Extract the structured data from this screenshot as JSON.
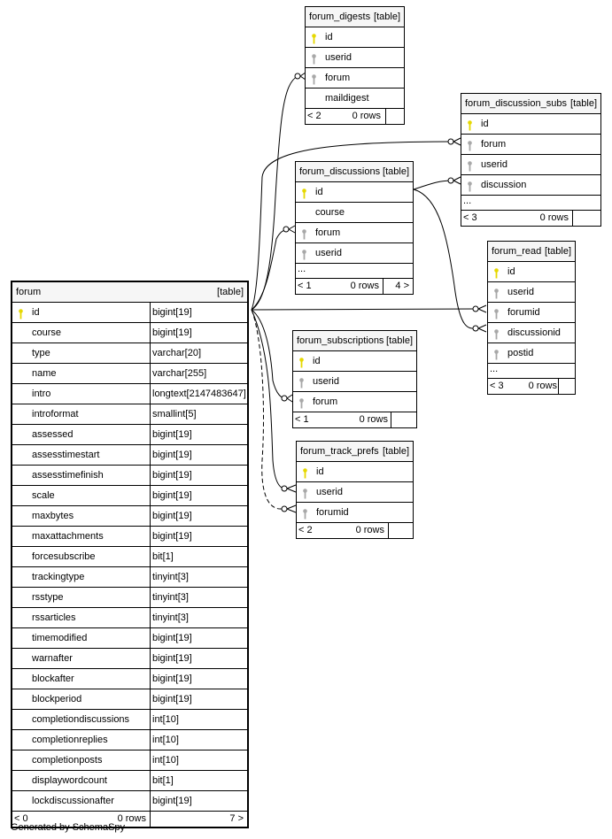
{
  "colors": {
    "primary_key": "#e6d800",
    "foreign_key": "#a8a8a8",
    "border": "#000000",
    "header_bg": "#f6f6f6"
  },
  "tables": {
    "forum": {
      "name": "forum",
      "tag": "[table]",
      "columns": [
        {
          "name": "id",
          "type": "bigint[19]",
          "key": "primary"
        },
        {
          "name": "course",
          "type": "bigint[19]",
          "key": ""
        },
        {
          "name": "type",
          "type": "varchar[20]",
          "key": ""
        },
        {
          "name": "name",
          "type": "varchar[255]",
          "key": ""
        },
        {
          "name": "intro",
          "type": "longtext[2147483647]",
          "key": ""
        },
        {
          "name": "introformat",
          "type": "smallint[5]",
          "key": ""
        },
        {
          "name": "assessed",
          "type": "bigint[19]",
          "key": ""
        },
        {
          "name": "assesstimestart",
          "type": "bigint[19]",
          "key": ""
        },
        {
          "name": "assesstimefinish",
          "type": "bigint[19]",
          "key": ""
        },
        {
          "name": "scale",
          "type": "bigint[19]",
          "key": ""
        },
        {
          "name": "maxbytes",
          "type": "bigint[19]",
          "key": ""
        },
        {
          "name": "maxattachments",
          "type": "bigint[19]",
          "key": ""
        },
        {
          "name": "forcesubscribe",
          "type": "bit[1]",
          "key": ""
        },
        {
          "name": "trackingtype",
          "type": "tinyint[3]",
          "key": ""
        },
        {
          "name": "rsstype",
          "type": "tinyint[3]",
          "key": ""
        },
        {
          "name": "rssarticles",
          "type": "tinyint[3]",
          "key": ""
        },
        {
          "name": "timemodified",
          "type": "bigint[19]",
          "key": ""
        },
        {
          "name": "warnafter",
          "type": "bigint[19]",
          "key": ""
        },
        {
          "name": "blockafter",
          "type": "bigint[19]",
          "key": ""
        },
        {
          "name": "blockperiod",
          "type": "bigint[19]",
          "key": ""
        },
        {
          "name": "completiondiscussions",
          "type": "int[10]",
          "key": ""
        },
        {
          "name": "completionreplies",
          "type": "int[10]",
          "key": ""
        },
        {
          "name": "completionposts",
          "type": "int[10]",
          "key": ""
        },
        {
          "name": "displaywordcount",
          "type": "bit[1]",
          "key": ""
        },
        {
          "name": "lockdiscussionafter",
          "type": "bigint[19]",
          "key": ""
        }
      ],
      "footer": {
        "parents": "< 0",
        "rows": "0 rows",
        "children": "7 >"
      }
    },
    "forum_digests": {
      "name": "forum_digests",
      "tag": "[table]",
      "columns": [
        {
          "name": "id",
          "key": "primary"
        },
        {
          "name": "userid",
          "key": "foreign"
        },
        {
          "name": "forum",
          "key": "foreign"
        },
        {
          "name": "maildigest",
          "key": ""
        }
      ],
      "more": "",
      "footer": {
        "parents": "< 2",
        "rows": "0 rows",
        "children": ""
      }
    },
    "forum_discussion_subs": {
      "name": "forum_discussion_subs",
      "tag": "[table]",
      "columns": [
        {
          "name": "id",
          "key": "primary"
        },
        {
          "name": "forum",
          "key": "foreign"
        },
        {
          "name": "userid",
          "key": "foreign"
        },
        {
          "name": "discussion",
          "key": "foreign"
        }
      ],
      "more": "...",
      "footer": {
        "parents": "< 3",
        "rows": "0 rows",
        "children": ""
      }
    },
    "forum_discussions": {
      "name": "forum_discussions",
      "tag": "[table]",
      "columns": [
        {
          "name": "id",
          "key": "primary"
        },
        {
          "name": "course",
          "key": ""
        },
        {
          "name": "forum",
          "key": "foreign"
        },
        {
          "name": "userid",
          "key": "foreign"
        }
      ],
      "more": "...",
      "footer": {
        "parents": "< 1",
        "rows": "0 rows",
        "children": "4 >"
      }
    },
    "forum_read": {
      "name": "forum_read",
      "tag": "[table]",
      "columns": [
        {
          "name": "id",
          "key": "primary"
        },
        {
          "name": "userid",
          "key": "foreign"
        },
        {
          "name": "forumid",
          "key": "foreign"
        },
        {
          "name": "discussionid",
          "key": "foreign"
        },
        {
          "name": "postid",
          "key": "foreign"
        }
      ],
      "more": "...",
      "footer": {
        "parents": "< 3",
        "rows": "0 rows",
        "children": ""
      }
    },
    "forum_subscriptions": {
      "name": "forum_subscriptions",
      "tag": "[table]",
      "columns": [
        {
          "name": "id",
          "key": "primary"
        },
        {
          "name": "userid",
          "key": "foreign"
        },
        {
          "name": "forum",
          "key": "foreign"
        }
      ],
      "more": "",
      "footer": {
        "parents": "< 1",
        "rows": "0 rows",
        "children": ""
      }
    },
    "forum_track_prefs": {
      "name": "forum_track_prefs",
      "tag": "[table]",
      "columns": [
        {
          "name": "id",
          "key": "primary"
        },
        {
          "name": "userid",
          "key": "foreign"
        },
        {
          "name": "forumid",
          "key": "foreign"
        }
      ],
      "more": "",
      "footer": {
        "parents": "< 2",
        "rows": "0 rows",
        "children": ""
      }
    }
  },
  "credit": "Generated by SchemaSpy"
}
